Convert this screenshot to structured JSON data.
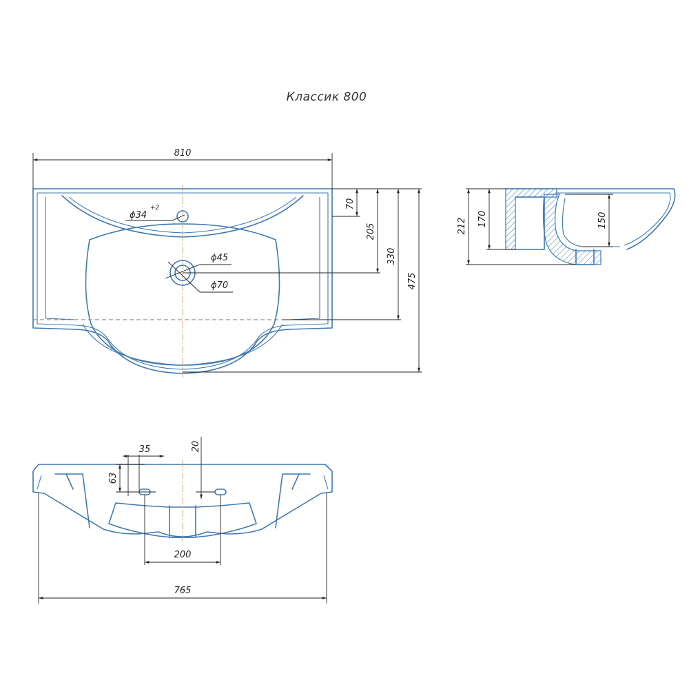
{
  "title": "Классик 800",
  "top_view": {
    "width": "810",
    "dim_70": "70",
    "dim_205": "205",
    "dim_330": "330",
    "dim_475": "475",
    "hole_tap": "ϕ34",
    "hole_tap_tol": "+2",
    "hole_drain_inner": "ϕ45",
    "hole_drain_outer": "ϕ70"
  },
  "side_view": {
    "dim_212": "212",
    "dim_170": "170",
    "dim_150": "150"
  },
  "bottom_view": {
    "dim_35": "35",
    "dim_20": "20",
    "dim_63": "63",
    "dim_200": "200",
    "dim_765": "765"
  },
  "colors": {
    "outline": "#3f78b0",
    "dimension": "#222222"
  }
}
